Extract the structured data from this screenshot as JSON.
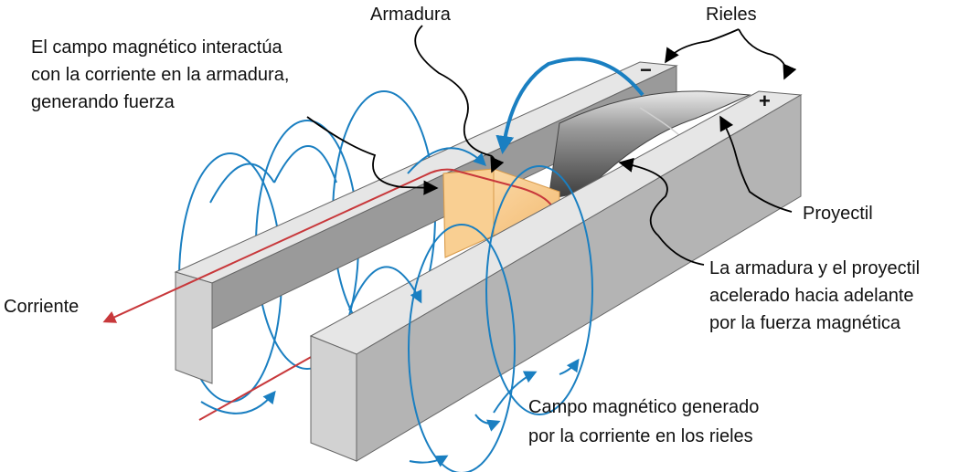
{
  "labels": {
    "armature": "Armadura",
    "rails": "Rieles",
    "interaction_line1": "El campo magnético interactúa",
    "interaction_line2": "con la corriente en la armadura,",
    "interaction_line3": "generando fuerza",
    "current": "Corriente",
    "projectile": "Proyectil",
    "acceleration_line1": "La armadura y el proyectil",
    "acceleration_line2": "acelerado hacia adelante",
    "acceleration_line3": "por la fuerza magnética",
    "field_line1": "Campo magnético generado",
    "field_line2": "por la corriente en los rieles",
    "minus_sign": "−",
    "plus_sign": "+"
  },
  "colors": {
    "field": "#1a7fc1",
    "current": "#c8383b",
    "armature": "#f7c886",
    "rail": "#c8c8c8",
    "projectile": "#707070"
  }
}
